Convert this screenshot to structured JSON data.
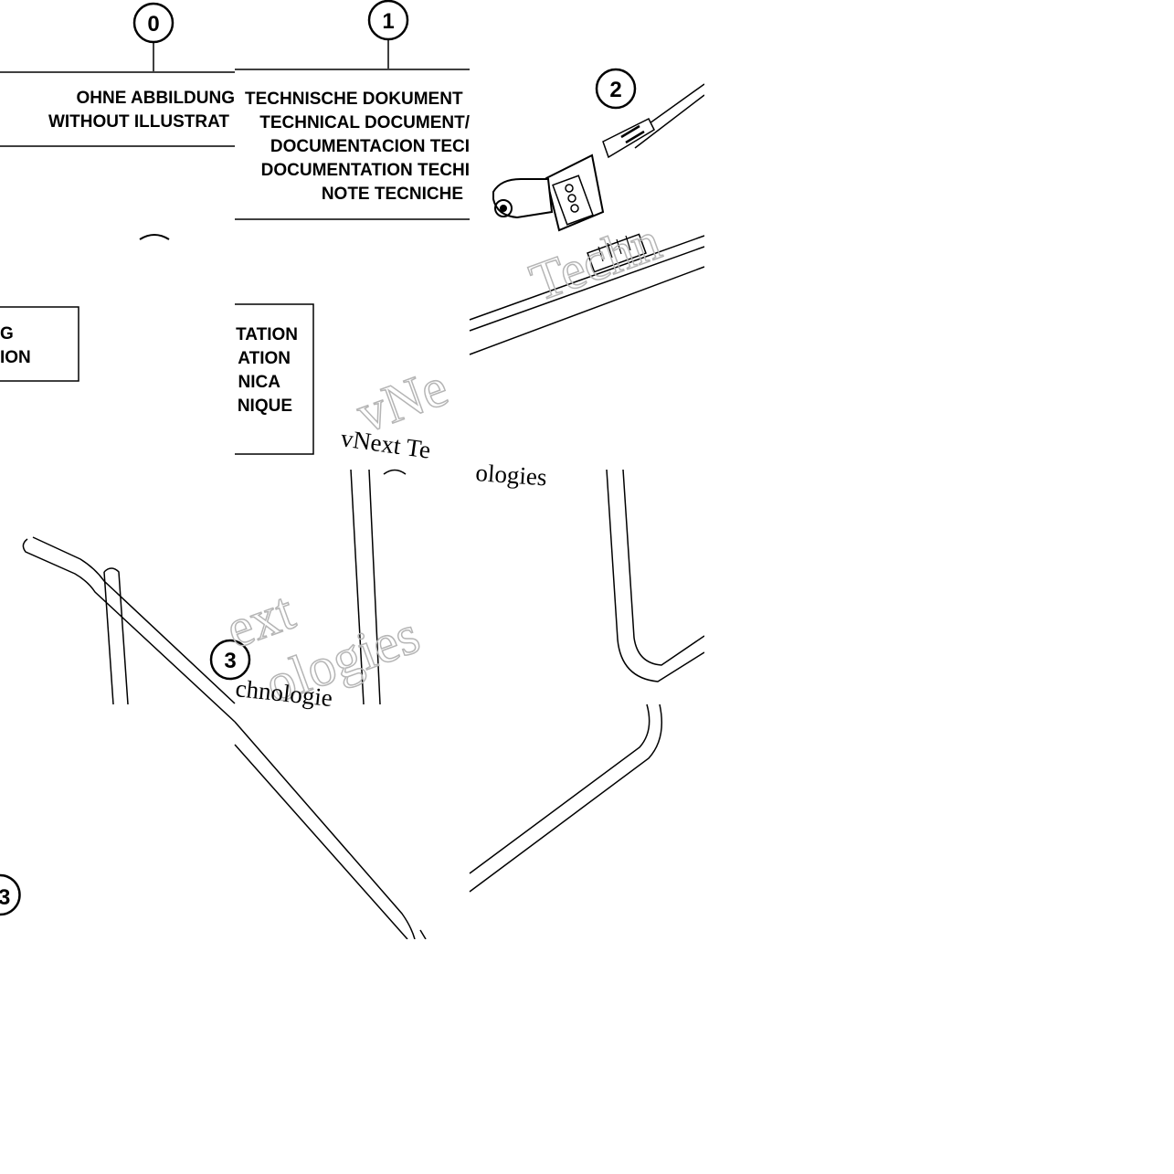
{
  "callouts": {
    "c0": "0",
    "c1": "1",
    "c2": "2",
    "c3": "3"
  },
  "tiles": {
    "t00": {
      "line1": "OHNE ABBILDUNG",
      "line2": "WITHOUT ILLUSTRAT"
    },
    "t01": {
      "line1": "TECHNISCHE DOKUMENT",
      "line2": "TECHNICAL DOCUMENT/",
      "line3": "DOCUMENTACION TECI",
      "line4": "DOCUMENTATION TECHI",
      "line5": "NOTE TECNICHE"
    },
    "t10": {
      "line1": "G",
      "line2": "ION"
    },
    "t11": {
      "line1": "TATION",
      "line2": "ATION",
      "line3": "NICA",
      "line4": "NIQUE"
    }
  },
  "watermark": {
    "a": "vNext Te",
    "b": "vNe",
    "c": "Techn",
    "d": "ologies",
    "e": "ext",
    "f": "ologies",
    "g": "chnologie"
  },
  "colors": {
    "line": "#000000",
    "background": "#ffffff",
    "watermark": "#b5b5b5"
  }
}
